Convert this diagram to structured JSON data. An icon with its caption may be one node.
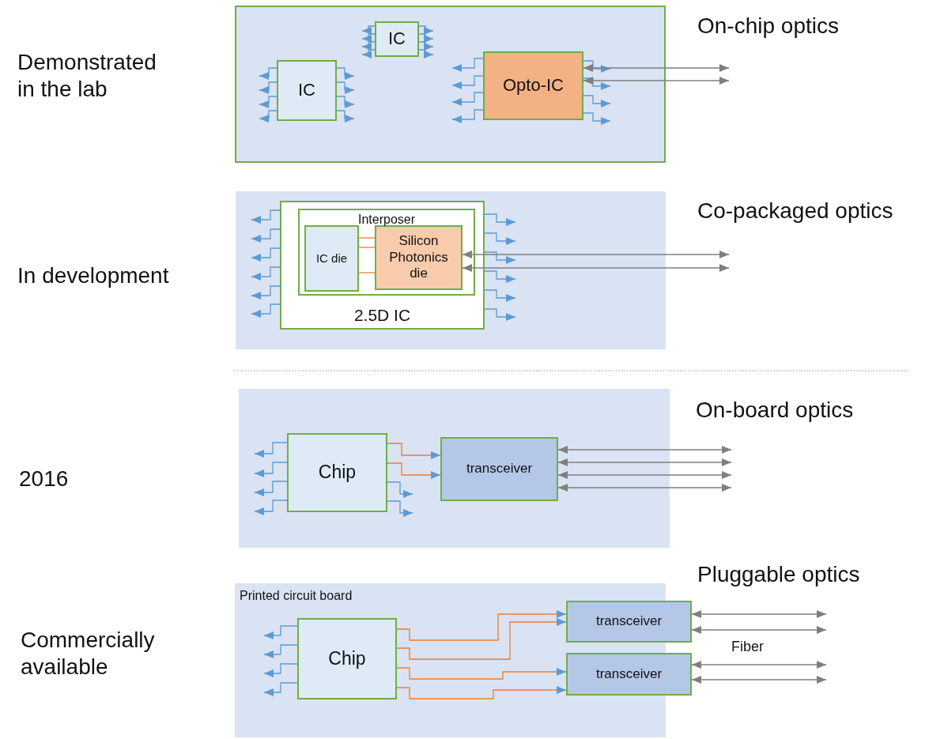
{
  "diagram": {
    "nodes": [
      {
        "text": [],
        "shape": "box"
      },
      {
        "text": [
          "IC"
        ],
        "in": 0
      },
      {
        "text": [
          "IC"
        ],
        "in": 0
      },
      {
        "text": [
          "Opto-IC"
        ],
        "in": 0
      },
      {
        "text": [],
        "shape": "box"
      },
      {
        "text": [
          "2.5D IC"
        ],
        "in": 4
      },
      {
        "text": [
          "Interposer"
        ],
        "in": 5
      },
      {
        "text": [
          "IC die"
        ],
        "in": 6
      },
      {
        "text": [
          "Silicon Photonics die"
        ],
        "in": 6
      },
      {
        "text": [],
        "shape": "box"
      },
      {
        "text": [
          "Chip"
        ],
        "in": 9
      },
      {
        "text": [
          "transceiver"
        ],
        "in": 9
      },
      {
        "text": [
          "Printed circuit board"
        ]
      },
      {
        "text": [
          "Chip"
        ],
        "in": 12
      },
      {
        "text": [
          "transceiver"
        ]
      },
      {
        "text": [
          "transceiver"
        ]
      }
    ],
    "edges": [
      {
        "from": 1,
        "to": null,
        "arrow": "to"
      },
      {
        "from": 1,
        "to": null,
        "arrow": "to"
      },
      {
        "from": 1,
        "to": null,
        "arrow": "to"
      },
      {
        "from": 1,
        "to": null,
        "arrow": "to"
      },
      {
        "from": 1,
        "to": null,
        "arrow": "to"
      },
      {
        "from": 1,
        "to": null,
        "arrow": "to"
      },
      {
        "from": 1,
        "to": null,
        "arrow": "to"
      },
      {
        "from": 1,
        "to": null,
        "arrow": "to"
      },
      {
        "from": 2,
        "to": null,
        "arrow": "to"
      },
      {
        "from": 2,
        "to": null,
        "arrow": "to"
      },
      {
        "from": 2,
        "to": null,
        "arrow": "to"
      },
      {
        "from": 2,
        "to": null,
        "arrow": "to"
      },
      {
        "from": 2,
        "to": null,
        "arrow": "to"
      },
      {
        "from": 2,
        "to": null,
        "arrow": "to"
      },
      {
        "from": 2,
        "to": null,
        "arrow": "to"
      },
      {
        "from": 2,
        "to": null,
        "arrow": "to"
      },
      {
        "from": 3,
        "to": null,
        "arrow": "to"
      },
      {
        "from": 3,
        "to": null,
        "arrow": "to"
      },
      {
        "from": 3,
        "to": null,
        "arrow": "to"
      },
      {
        "from": 3,
        "to": null,
        "arrow": "to"
      },
      {
        "from": 3,
        "to": null,
        "arrow": "to"
      },
      {
        "from": 3,
        "to": null,
        "arrow": "to"
      },
      {
        "from": 3,
        "to": null,
        "arrow": "to"
      },
      {
        "from": 3,
        "to": null,
        "arrow": "to"
      },
      {
        "from": 3,
        "to": null,
        "arrow": "both",
        "color": "#7f7f7f"
      },
      {
        "from": 3,
        "to": null,
        "arrow": "both",
        "color": "#7f7f7f"
      },
      {
        "from": 5,
        "to": null,
        "arrow": "to"
      },
      {
        "from": 5,
        "to": null,
        "arrow": "to"
      },
      {
        "from": 5,
        "to": null,
        "arrow": "to"
      },
      {
        "from": 5,
        "to": null,
        "arrow": "to"
      },
      {
        "from": 5,
        "to": null,
        "arrow": "to"
      },
      {
        "from": 5,
        "to": null,
        "arrow": "to"
      },
      {
        "from": 5,
        "to": null,
        "arrow": "to"
      },
      {
        "from": 5,
        "to": null,
        "arrow": "to"
      },
      {
        "from": 5,
        "to": null,
        "arrow": "to"
      },
      {
        "from": 5,
        "to": null,
        "arrow": "to"
      },
      {
        "from": 5,
        "to": null,
        "arrow": "to"
      },
      {
        "from": 5,
        "to": null,
        "arrow": "to"
      },
      {
        "from": 7,
        "to": 8,
        "arrow": "none",
        "color": "#ed7d31"
      },
      {
        "from": 7,
        "to": 8,
        "arrow": "none",
        "color": "#ed7d31"
      },
      {
        "from": 7,
        "to": 8,
        "arrow": "none",
        "color": "#ed7d31"
      },
      {
        "from": 8,
        "to": null,
        "arrow": "both",
        "color": "#7f7f7f"
      },
      {
        "from": 8,
        "to": null,
        "arrow": "both",
        "color": "#7f7f7f"
      },
      {
        "from": 10,
        "to": null,
        "arrow": "to"
      },
      {
        "from": 10,
        "to": null,
        "arrow": "to"
      },
      {
        "from": 10,
        "to": null,
        "arrow": "to"
      },
      {
        "from": 10,
        "to": null,
        "arrow": "to"
      },
      {
        "from": 10,
        "to": 11,
        "arrow": "to",
        "color": "#ed7d31"
      },
      {
        "from": 10,
        "to": 11,
        "arrow": "to",
        "color": "#ed7d31"
      },
      {
        "from": 10,
        "to": null,
        "arrow": "to"
      },
      {
        "from": 10,
        "to": null,
        "arrow": "to"
      },
      {
        "from": 11,
        "to": null,
        "arrow": "both",
        "color": "#7f7f7f"
      },
      {
        "from": 11,
        "to": null,
        "arrow": "both",
        "color": "#7f7f7f"
      },
      {
        "from": 11,
        "to": null,
        "arrow": "both",
        "color": "#7f7f7f"
      },
      {
        "from": 11,
        "to": null,
        "arrow": "both",
        "color": "#7f7f7f"
      },
      {
        "from": 13,
        "to": null,
        "arrow": "to"
      },
      {
        "from": 13,
        "to": null,
        "arrow": "to"
      },
      {
        "from": 13,
        "to": null,
        "arrow": "to"
      },
      {
        "from": 13,
        "to": null,
        "arrow": "to"
      },
      {
        "from": 13,
        "to": 14,
        "arrow": "to",
        "color": "#ed7d31"
      },
      {
        "from": 13,
        "to": 14,
        "arrow": "to",
        "color": "#ed7d31"
      },
      {
        "from": 13,
        "to": 15,
        "arrow": "to",
        "color": "#ed7d31"
      },
      {
        "from": 13,
        "to": 15,
        "arrow": "to",
        "color": "#ed7d31"
      },
      {
        "from": 14,
        "to": null,
        "arrow": "both",
        "color": "#7f7f7f"
      },
      {
        "from": 14,
        "to": null,
        "arrow": "both",
        "color": "#7f7f7f"
      },
      {
        "from": 15,
        "to": null,
        "arrow": "both",
        "color": "#7f7f7f"
      },
      {
        "from": 15,
        "to": null,
        "arrow": "both",
        "color": "#7f7f7f"
      }
    ],
    "labels": [
      "On-chip optics",
      "Demonstrated in the lab",
      "Co-packaged optics",
      "In development",
      "On-board optics",
      "2016",
      "Pluggable optics",
      "Commercially available",
      "Fiber"
    ]
  }
}
